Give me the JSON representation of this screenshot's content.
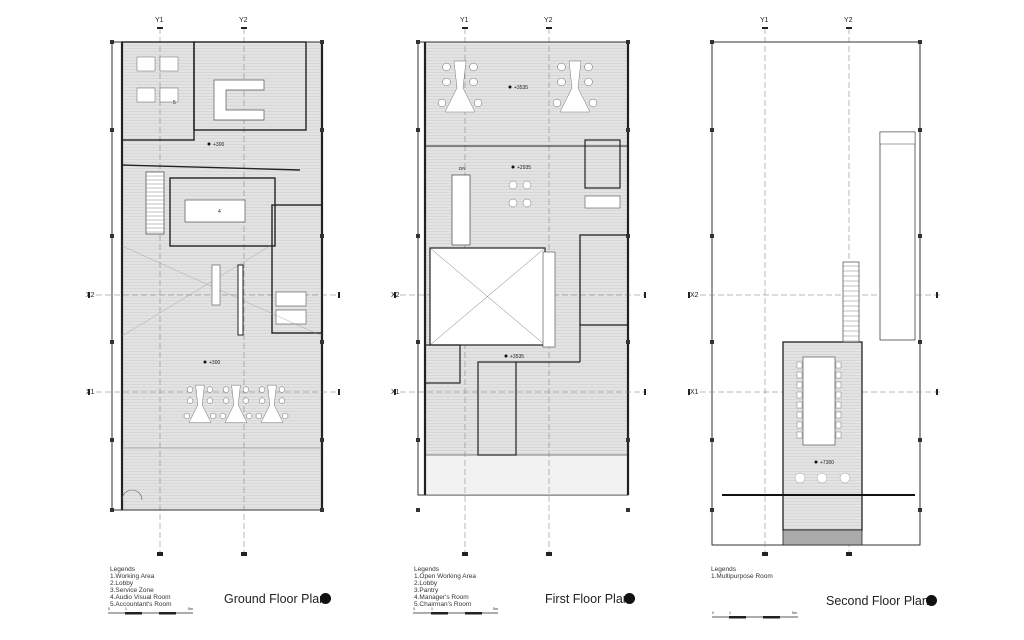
{
  "plans": [
    {
      "title": "Ground Floor Plan",
      "legend_heading": "Legends",
      "legend": [
        "1.Working Area",
        "2.Lobby",
        "3.Service Zone",
        "4.Audio Visual Room",
        "5.Accountant's Room"
      ],
      "levels": [
        "+300",
        "+300"
      ],
      "room_numbers": [
        "5",
        "4"
      ],
      "grid_labels": {
        "y1": "Y1",
        "y2": "Y2",
        "x1": "X1",
        "x2": "X2"
      },
      "scale": [
        "0",
        "1",
        "5m"
      ]
    },
    {
      "title": "First Floor Plan",
      "legend_heading": "Legends",
      "legend": [
        "1.Open Working Area",
        "2.Lobby",
        "3.Pantry",
        "4.Manager's Room",
        "5.Chairman's Room"
      ],
      "levels": [
        "+3535",
        "+2935",
        "+3535"
      ],
      "stair_label": "DN",
      "grid_labels": {
        "y1": "Y1",
        "y2": "Y2",
        "x1": "X1",
        "x2": "X2"
      },
      "scale": [
        "0",
        "1",
        "5m"
      ]
    },
    {
      "title": "Second Floor Plan",
      "legend_heading": "Legends",
      "legend": [
        "1.Multipurpose Room"
      ],
      "levels": [
        "+7300"
      ],
      "grid_labels": {
        "y1": "Y1",
        "y2": "Y2",
        "x1": "X1",
        "x2": "X2"
      },
      "scale": [
        "0",
        "1",
        "5m"
      ]
    }
  ],
  "colors": {
    "floor": "#e2e2e2",
    "wall": "#222222",
    "line": "#444444"
  }
}
